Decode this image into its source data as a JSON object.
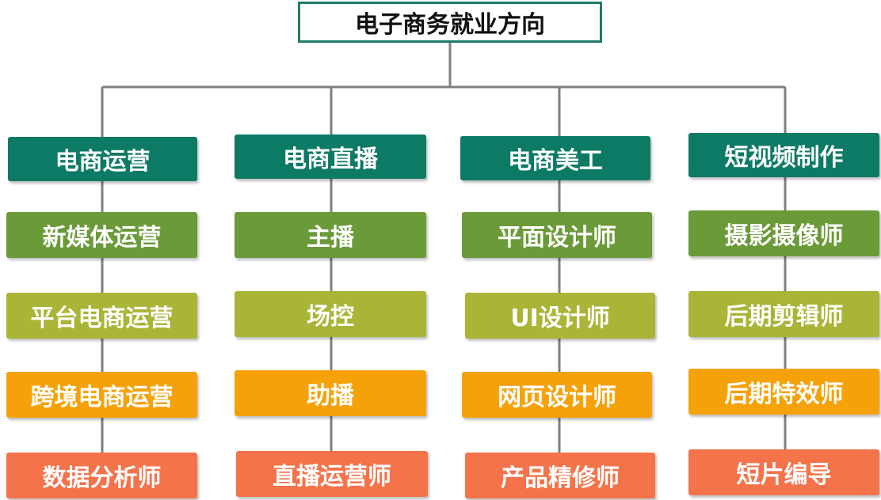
{
  "title": "电子商务就业方向",
  "colors": {
    "root_border": "#1f7a68",
    "level1": "#0d7a66",
    "level2": "#6b9a38",
    "level3": "#aab436",
    "level4": "#f5a20a",
    "level5": "#f4734a",
    "connector": "#7f7f7f"
  },
  "columns": [
    {
      "header": "电商运营",
      "items": [
        "新媒体运营",
        "平台电商运营",
        "跨境电商运营",
        "数据分析师"
      ]
    },
    {
      "header": "电商直播",
      "items": [
        "主播",
        "场控",
        "助播",
        "直播运营师"
      ]
    },
    {
      "header": "电商美工",
      "items": [
        "平面设计师",
        "UI设计师",
        "网页设计师",
        "产品精修师"
      ]
    },
    {
      "header": "短视频制作",
      "items": [
        "摄影摄像师",
        "后期剪辑师",
        "后期特效师",
        "短片编导"
      ]
    }
  ]
}
